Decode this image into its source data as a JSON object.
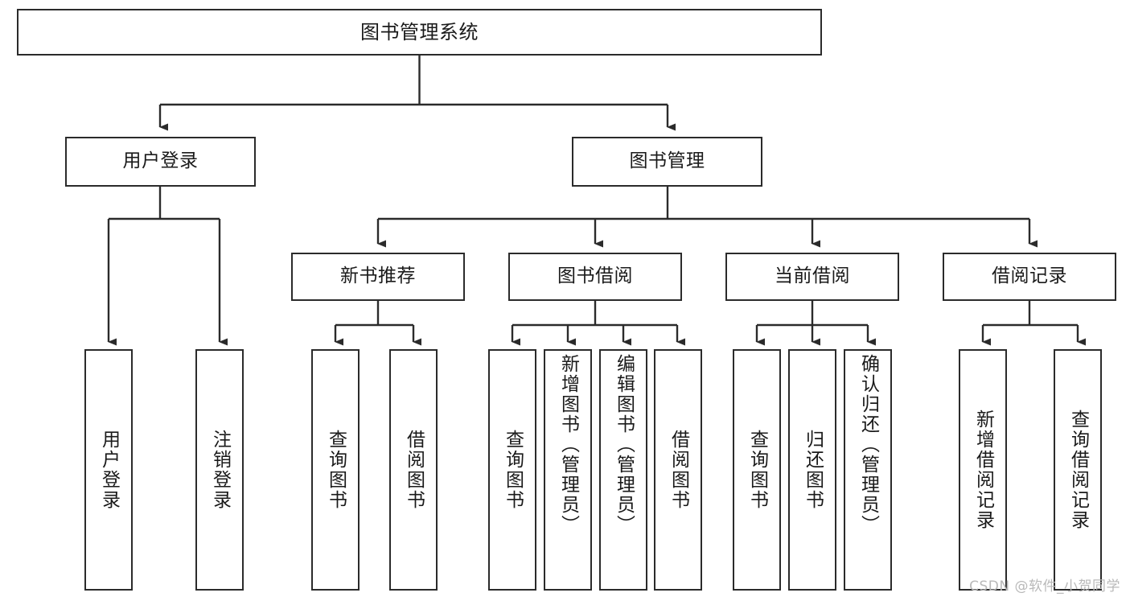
{
  "diagram": {
    "title": "图书管理系统",
    "type": "tree",
    "watermark": "CSDN @软件_小贺同学",
    "colors": {
      "stroke": "#2b2b2b",
      "box_fill": "#ffffff",
      "text": "#1a1a1a",
      "watermark": "#b9b9b9",
      "background": "#ffffff"
    },
    "nodes": {
      "root": "图书管理系统",
      "level1": {
        "user_login": "用户登录",
        "book_manage": "图书管理"
      },
      "level2": {
        "new_book_rec": "新书推荐",
        "book_borrow": "图书借阅",
        "current_borrow": "当前借阅",
        "borrow_record": "借阅记录"
      },
      "leaves": {
        "user_login_1": "用户登录",
        "user_login_2": "注销登录",
        "new_book_1": "查询图书",
        "new_book_2": "借阅图书",
        "borrow_1": "查询图书",
        "borrow_2": "新增图书（管理员）",
        "borrow_3": "编辑图书（管理员）",
        "borrow_4": "借阅图书",
        "current_1": "查询图书",
        "current_2": "归还图书",
        "current_3": "确认归还（管理员）",
        "record_1": "新增借阅记录",
        "record_2": "查询借阅记录"
      }
    }
  }
}
